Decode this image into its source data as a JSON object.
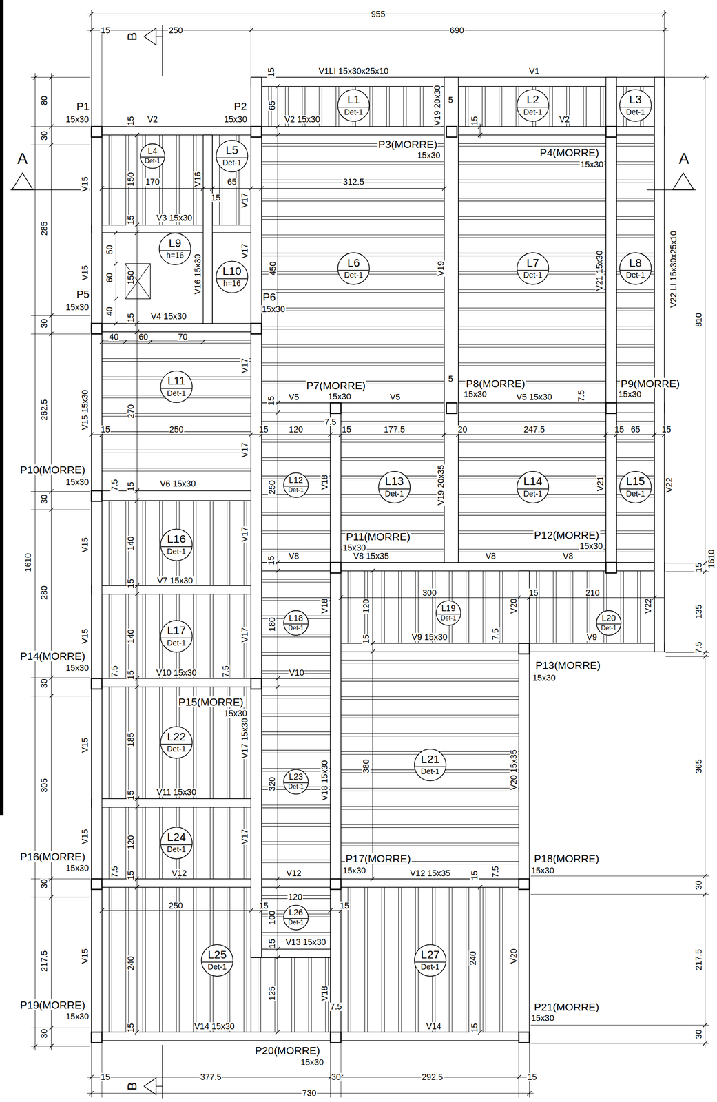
{
  "diagram": {
    "nodes": [
      {
        "text": [
          "L1",
          "Det-1"
        ]
      },
      {
        "text": [
          "L2",
          "Det-1"
        ]
      },
      {
        "text": [
          "L3",
          "Det-1"
        ]
      },
      {
        "text": [
          "L4",
          "Det-1"
        ]
      },
      {
        "text": [
          "L5",
          "Det-1"
        ]
      },
      {
        "text": [
          "L6",
          "Det-1"
        ]
      },
      {
        "text": [
          "L7",
          "Det-1"
        ]
      },
      {
        "text": [
          "L8",
          "Det-1"
        ]
      },
      {
        "text": [
          "L9",
          "h=16"
        ]
      },
      {
        "text": [
          "L10",
          "h=16"
        ]
      },
      {
        "text": [
          "L11",
          "Det-1"
        ]
      },
      {
        "text": [
          "L12",
          "Det-1"
        ]
      },
      {
        "text": [
          "L13",
          "Det-1"
        ]
      },
      {
        "text": [
          "L14",
          "Det-1"
        ]
      },
      {
        "text": [
          "L15",
          "Det-1"
        ]
      },
      {
        "text": [
          "L16",
          "Det-1"
        ]
      },
      {
        "text": [
          "L17",
          "Det-1"
        ]
      },
      {
        "text": [
          "L18",
          "Det-1"
        ]
      },
      {
        "text": [
          "L19",
          "Det-1"
        ]
      },
      {
        "text": [
          "L20",
          "Det-1"
        ]
      },
      {
        "text": [
          "L21",
          "Det-1"
        ]
      },
      {
        "text": [
          "L22",
          "Det-1"
        ]
      },
      {
        "text": [
          "L23",
          "Det-1"
        ]
      },
      {
        "text": [
          "L24",
          "Det-1"
        ]
      },
      {
        "text": [
          "L25",
          "Det-1"
        ]
      },
      {
        "text": [
          "L26",
          "Det-1"
        ]
      },
      {
        "text": [
          "L27",
          "Det-1"
        ]
      }
    ],
    "labels": [
      "955",
      "15",
      "250",
      "690",
      "B",
      "A",
      "A",
      "B",
      "80",
      "30",
      "285",
      "30",
      "262.5",
      "30",
      "280",
      "30",
      "305",
      "30",
      "217.5",
      "30",
      "1610",
      "810",
      "1610",
      "15",
      "135",
      "7.5",
      "365",
      "30",
      "217.5",
      "30",
      "15",
      "377.5",
      "30",
      "292.5",
      "15",
      "730",
      "P1",
      "15x30",
      "P2",
      "15x30",
      "P3(MORRE)",
      "15x30",
      "P4(MORRE)",
      "15x30",
      "P5",
      "15x30",
      "P6",
      "15x30",
      "P7(MORRE)",
      "15x30",
      "P8(MORRE)",
      "15x30",
      "P9(MORRE)",
      "15x30",
      "P10(MORRE)",
      "15x30",
      "P11(MORRE)",
      "15x30",
      "P12(MORRE)",
      "15x30",
      "P13(MORRE)",
      "15x30",
      "P14(MORRE)",
      "15x30",
      "P15(MORRE)",
      "15x30",
      "P16(MORRE)",
      "15x30",
      "P17(MORRE)",
      "15x30",
      "P18(MORRE)",
      "15x30",
      "P19(MORRE)",
      "15x30",
      "P20(MORRE)",
      "15x30",
      "P21(MORRE)",
      "15x30",
      "V1LI 15x30x25x10",
      "V1",
      "V2",
      "V2 15x30",
      "V2",
      "V19 20x30",
      "V15",
      "V16",
      "V17",
      "V3 15x30",
      "V17",
      "V15",
      "V16 15x30",
      "V4 15x30",
      "V19",
      "V21 15x30",
      "V22 LI 15x30x25x10",
      "V17",
      "V15 15x30",
      "V5",
      "V5",
      "V5 15x30",
      "V17",
      "V6 15x30",
      "V18",
      "V19 20x35",
      "V21",
      "V22",
      "V15",
      "V17",
      "V8",
      "V8 15x35",
      "V8",
      "V8",
      "V7 15x30",
      "V18",
      "V20",
      "V22",
      "V15",
      "V17",
      "V9 15x30",
      "V9",
      "V10 15x30",
      "V10",
      "V15",
      "V17 15x30",
      "V18 15x30",
      "V20 15x35",
      "V11 15x30",
      "V15",
      "V17",
      "V12",
      "V12",
      "V12 15x35",
      "V13 15x30",
      "V15",
      "V20",
      "V18",
      "V14 15x30",
      "V14",
      "15",
      "65",
      "5",
      "15",
      "15",
      "150",
      "170",
      "65",
      "15",
      "312.5",
      "15",
      "50",
      "60",
      "150",
      "40",
      "15",
      "450",
      "40",
      "60",
      "70",
      "270",
      "15",
      "5",
      "7.5",
      "15",
      "250",
      "15",
      "120",
      "7.5",
      "15",
      "177.5",
      "20",
      "247.5",
      "15",
      "65",
      "15",
      "7.5",
      "15",
      "250",
      "140",
      "15",
      "15",
      "300",
      "15",
      "210",
      "120",
      "140",
      "180",
      "15",
      "7.5",
      "7.5",
      "15",
      "7.5",
      "185",
      "380",
      "320",
      "15",
      "120",
      "7.5",
      "15",
      "15",
      "7.5",
      "250",
      "15",
      "120",
      "15",
      "100",
      "15",
      "240",
      "240",
      "125",
      "7.5",
      "15",
      "15"
    ]
  }
}
